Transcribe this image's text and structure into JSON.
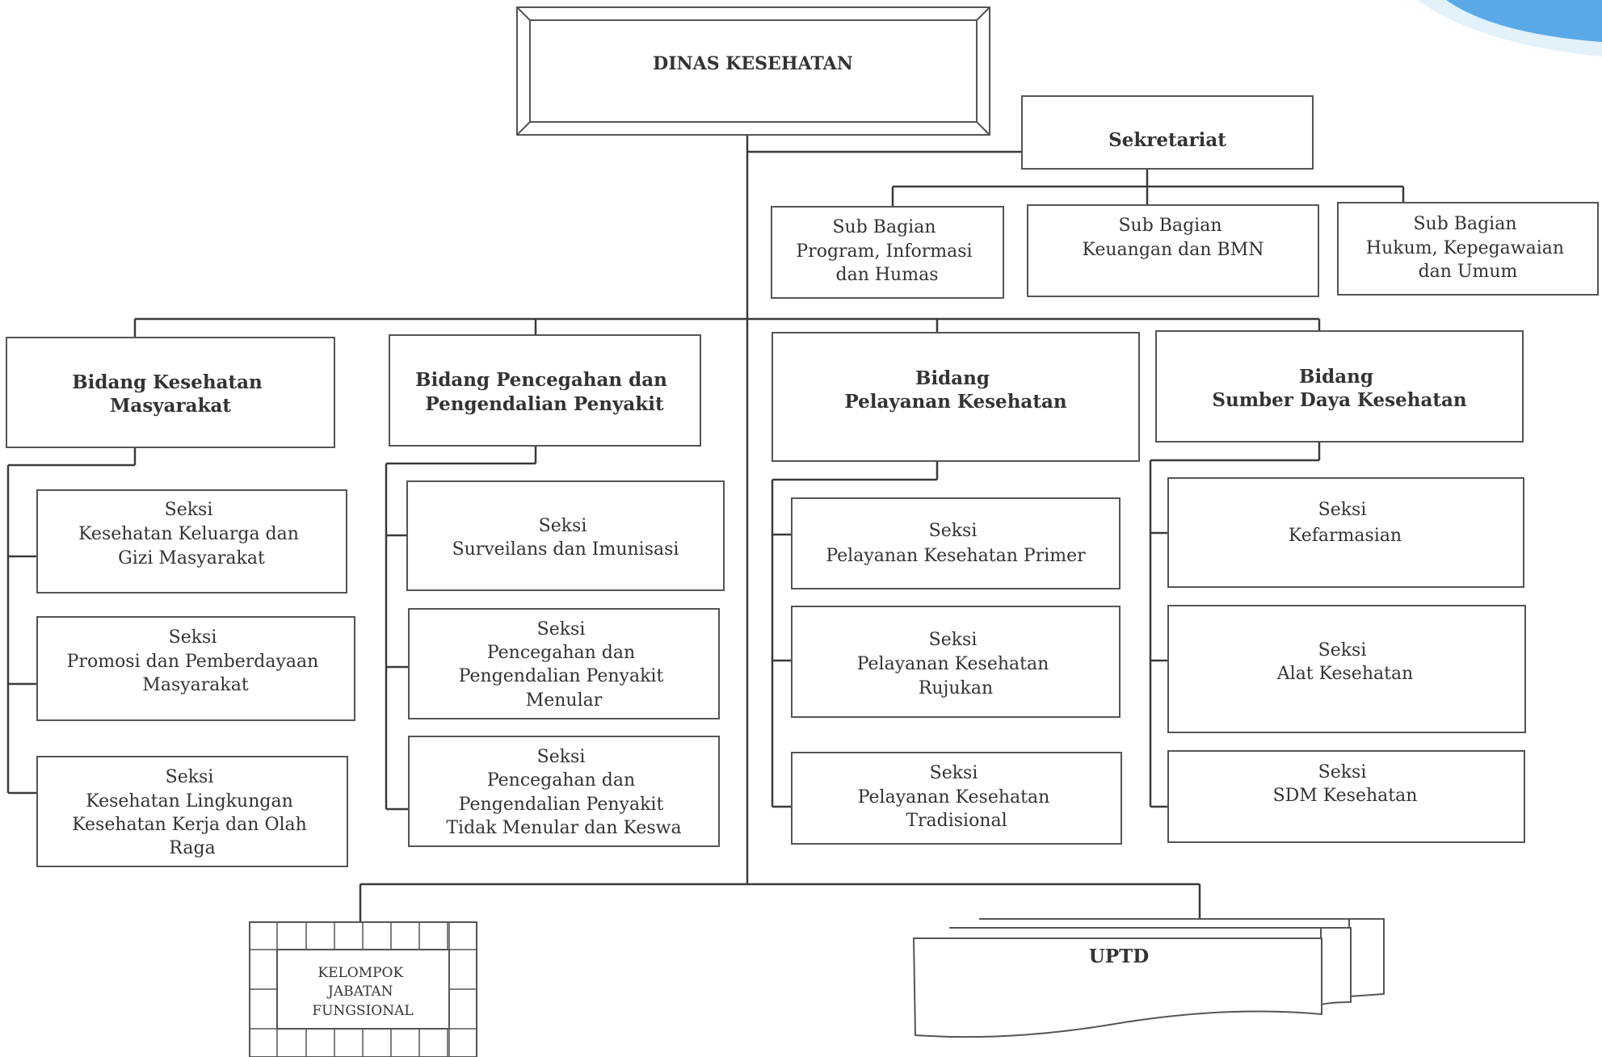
{
  "head": {
    "title": "DINAS KESEHATAN"
  },
  "secretariat": {
    "title": "Sekretariat",
    "subunits": [
      {
        "lines": [
          "Sub Bagian",
          "Program, Informasi",
          "dan Humas"
        ]
      },
      {
        "lines": [
          "Sub Bagian",
          "Keuangan dan BMN"
        ]
      },
      {
        "lines": [
          "Sub Bagian",
          "Hukum, Kepegawaian",
          "dan Umum"
        ]
      }
    ]
  },
  "divisions": [
    {
      "title_lines": [
        "Bidang Kesehatan",
        "Masyarakat"
      ],
      "sections": [
        {
          "lines": [
            "Seksi",
            "Kesehatan Keluarga dan",
            "Gizi Masyarakat"
          ]
        },
        {
          "lines": [
            "Seksi",
            "Promosi dan Pemberdayaan",
            "Masyarakat"
          ]
        },
        {
          "lines": [
            "Seksi",
            "Kesehatan Lingkungan",
            "Kesehatan Kerja dan Olah",
            "Raga"
          ]
        }
      ]
    },
    {
      "title_lines": [
        "Bidang Pencegahan dan",
        "Pengendalian Penyakit"
      ],
      "sections": [
        {
          "lines": [
            "Seksi",
            "Surveilans dan Imunisasi"
          ]
        },
        {
          "lines": [
            "Seksi",
            "Pencegahan dan",
            "Pengendalian Penyakit",
            "Menular"
          ]
        },
        {
          "lines": [
            "Seksi",
            "Pencegahan dan",
            "Pengendalian Penyakit",
            "Tidak Menular dan Keswa"
          ]
        }
      ]
    },
    {
      "title_lines": [
        "Bidang",
        "Pelayanan Kesehatan"
      ],
      "sections": [
        {
          "lines": [
            "Seksi",
            "Pelayanan Kesehatan Primer"
          ]
        },
        {
          "lines": [
            "Seksi",
            "Pelayanan Kesehatan",
            "Rujukan"
          ]
        },
        {
          "lines": [
            "Seksi",
            "Pelayanan Kesehatan",
            "Tradisional"
          ]
        }
      ]
    },
    {
      "title_lines": [
        "Bidang",
        "Sumber Daya Kesehatan"
      ],
      "sections": [
        {
          "lines": [
            "Seksi",
            "Kefarmasian"
          ]
        },
        {
          "lines": [
            "Seksi",
            "Alat Kesehatan"
          ]
        },
        {
          "lines": [
            "Seksi",
            "SDM Kesehatan"
          ]
        }
      ]
    }
  ],
  "functional_group": {
    "lines": [
      "KELOMPOK",
      "JABATAN",
      "FUNGSIONAL"
    ]
  },
  "uptd": {
    "title": "UPTD"
  },
  "colors": {
    "line": "#3a3a3a",
    "border": "#555555",
    "text": "#333333",
    "decoration": "#5aa9e6"
  }
}
